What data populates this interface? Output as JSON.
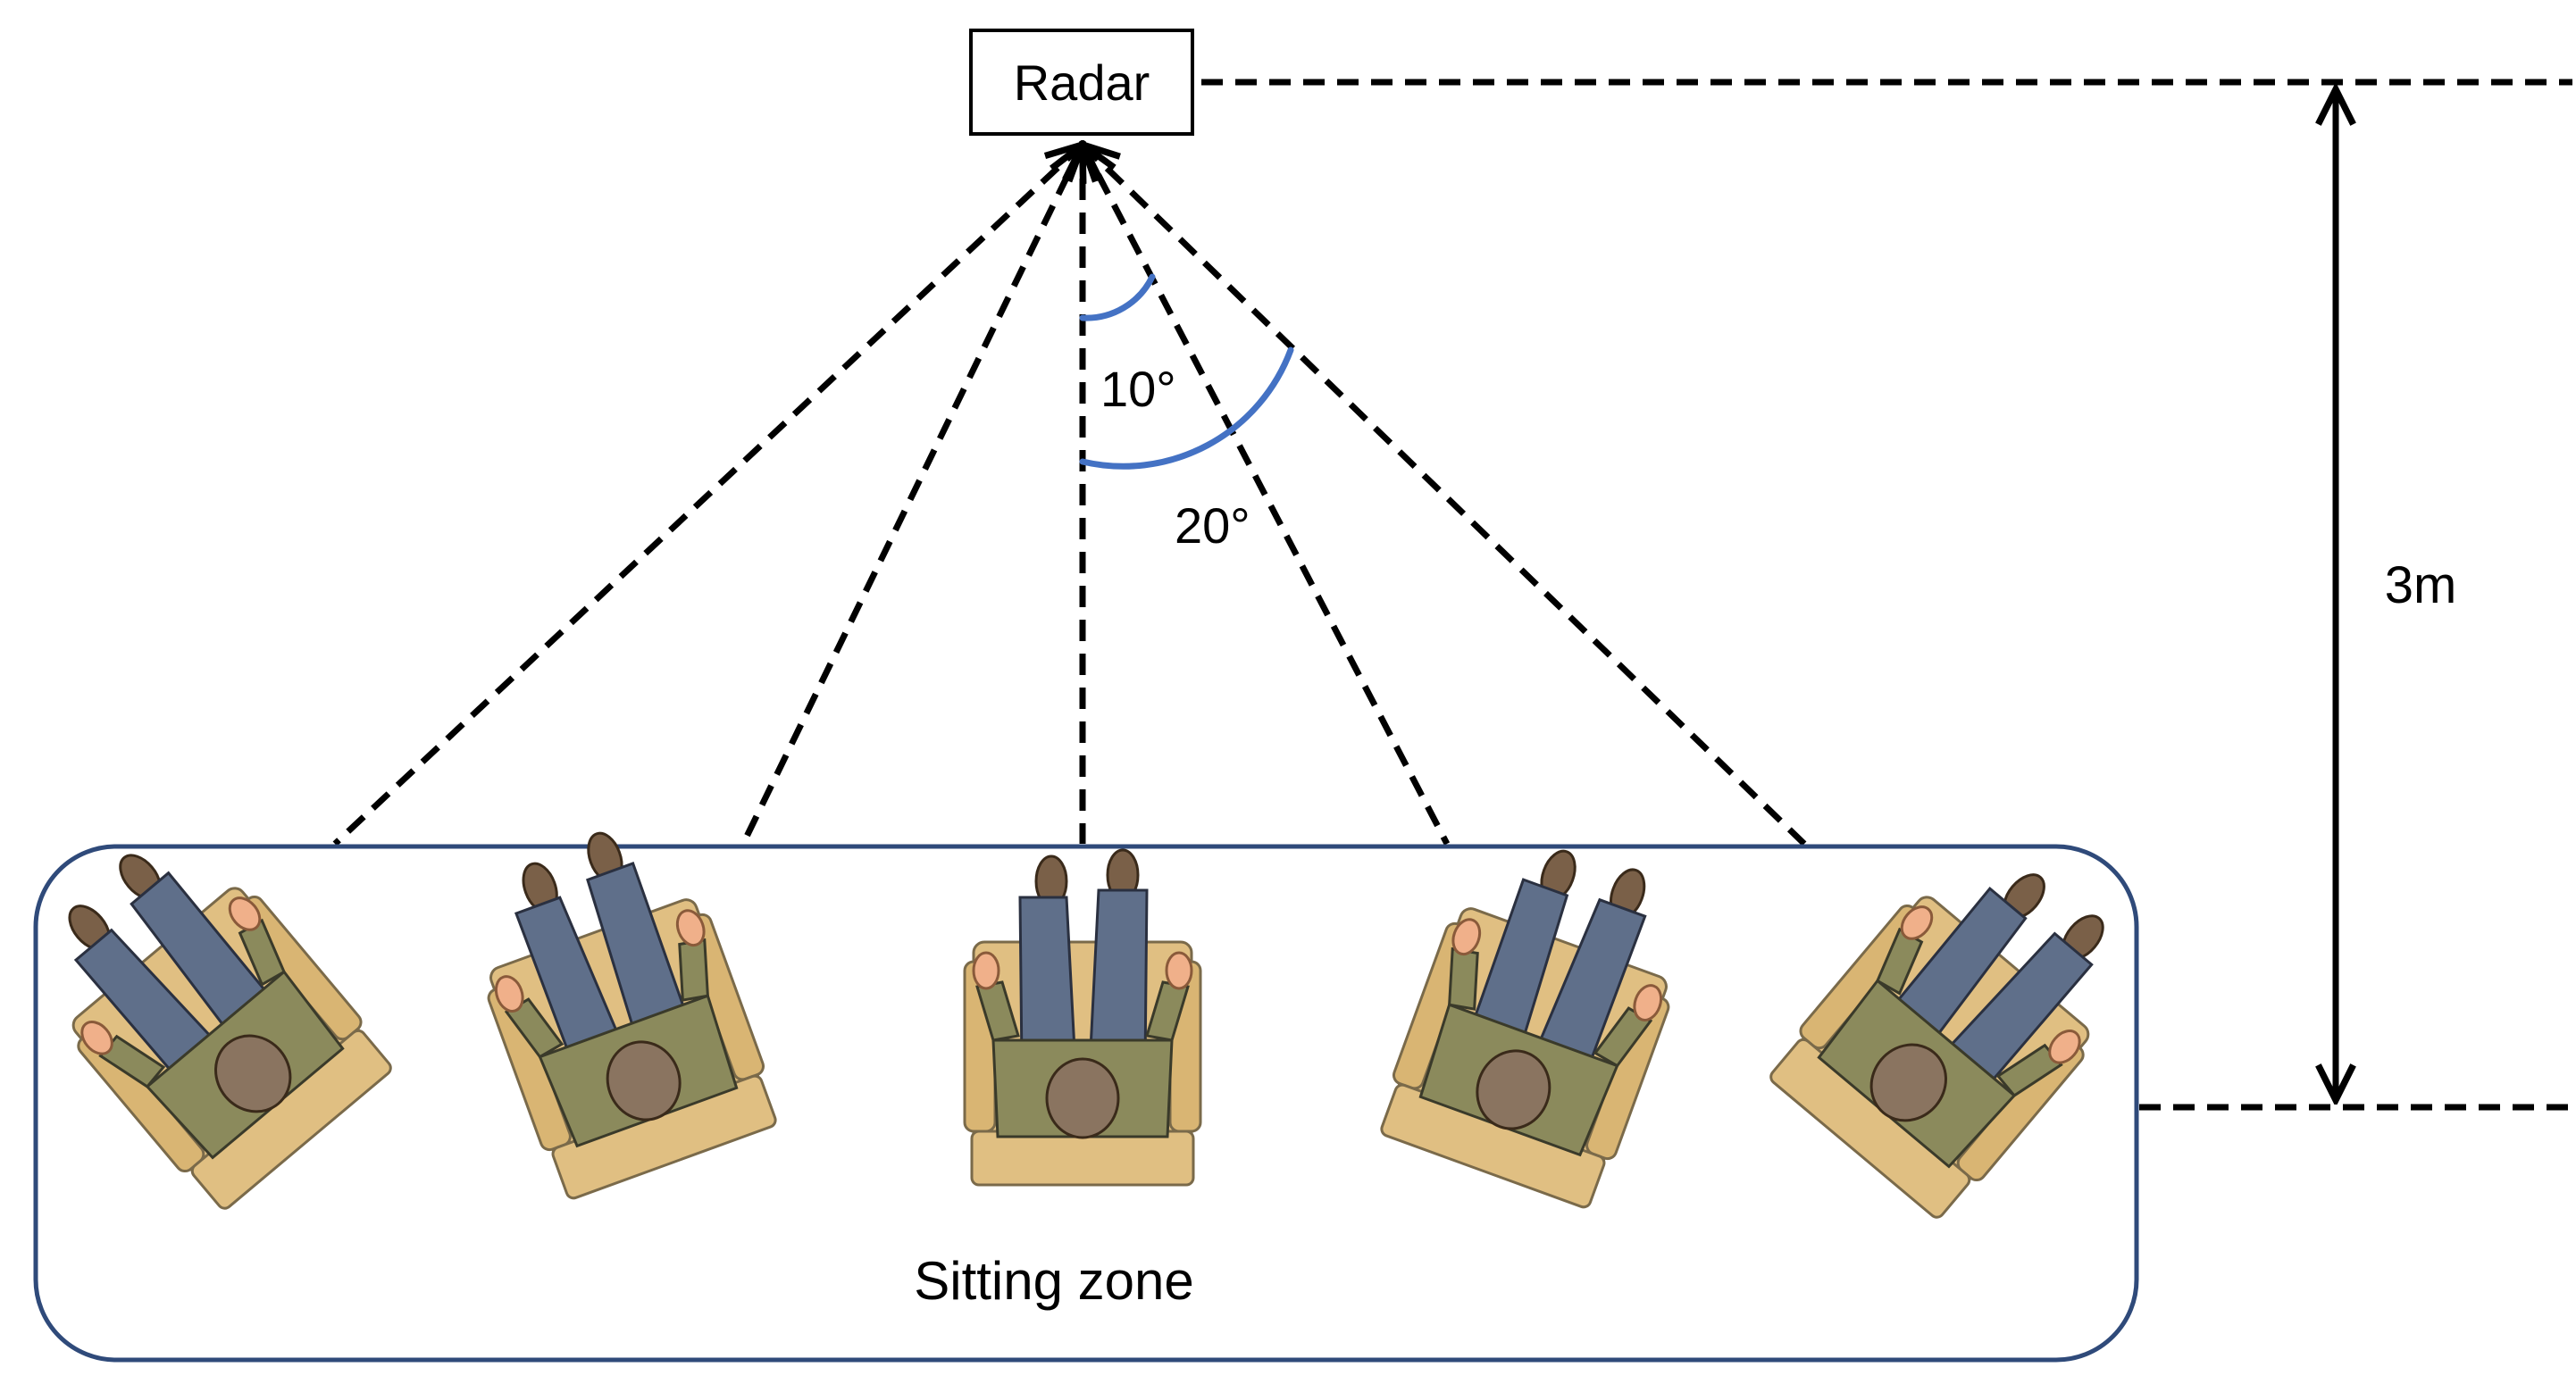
{
  "radar": {
    "label": "Radar"
  },
  "angles": {
    "small": "10°",
    "large": "20°"
  },
  "distance": {
    "label": "3m"
  },
  "zone": {
    "label": "Sitting zone"
  },
  "occupant_orientations_deg": [
    -40,
    -20,
    0,
    20,
    40
  ],
  "colors": {
    "arc": "#4472c4",
    "zone_border": "#2f4a7a",
    "chair": "#e0bf82",
    "shirt": "#8b8a5c",
    "pants": "#5f6f8a",
    "head": "#8a7460",
    "skin": "#f0b08a",
    "shoe": "#7a6048"
  }
}
